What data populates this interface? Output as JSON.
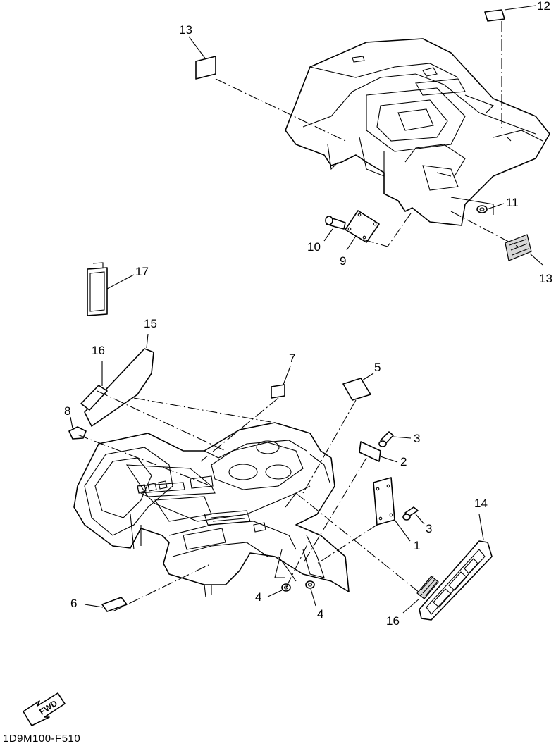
{
  "diagram": {
    "code": "1D9M100-F510",
    "fwd_label": "FWD",
    "callouts": {
      "c1": "1",
      "c2": "2",
      "c3a": "3",
      "c3b": "3",
      "c4a": "4",
      "c4b": "4",
      "c5": "5",
      "c6": "6",
      "c7": "7",
      "c8": "8",
      "c9": "9",
      "c10": "10",
      "c11": "11",
      "c12": "12",
      "c13a": "13",
      "c13b": "13",
      "c14": "14",
      "c15": "15",
      "c16a": "16",
      "c16b": "16",
      "c17": "17"
    }
  }
}
